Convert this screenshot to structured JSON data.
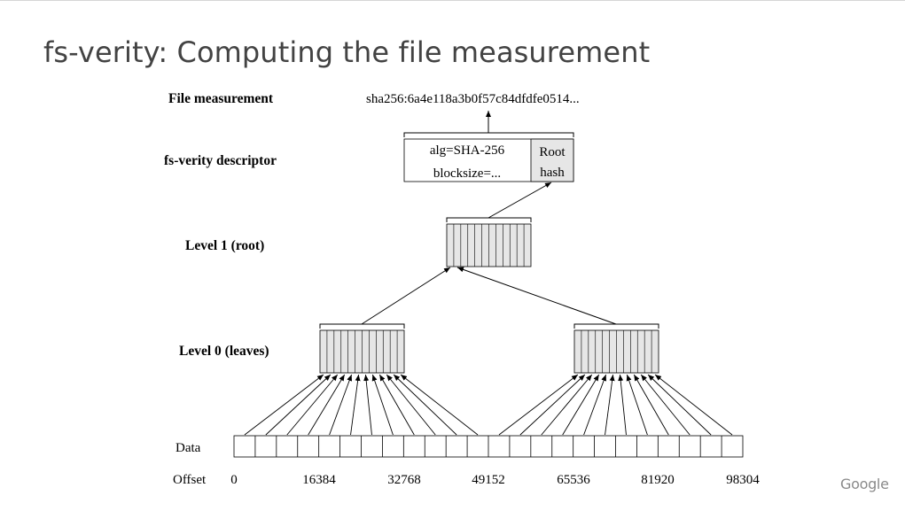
{
  "slide": {
    "title": "fs-verity:  Computing the file measurement",
    "logo_text": "Google"
  },
  "diagram": {
    "row_labels": {
      "file_measurement": "File measurement",
      "descriptor": "fs-verity descriptor",
      "level1": "Level 1 (root)",
      "level0": "Level 0 (leaves)",
      "data": "Data",
      "offset": "Offset"
    },
    "measurement_value": "sha256:6a4e118a3b0f57c84dfdfe0514...",
    "descriptor": {
      "line1": "alg=SHA-256",
      "line2": "blocksize=...",
      "root_line1": "Root",
      "root_line2": "hash"
    },
    "offsets": [
      "0",
      "16384",
      "32768",
      "49152",
      "65536",
      "81920",
      "98304"
    ],
    "colors": {
      "box_fill": "#e6e6e6",
      "line": "#000000",
      "title_text": "#434343",
      "logo_text": "#8a8a8a"
    }
  }
}
